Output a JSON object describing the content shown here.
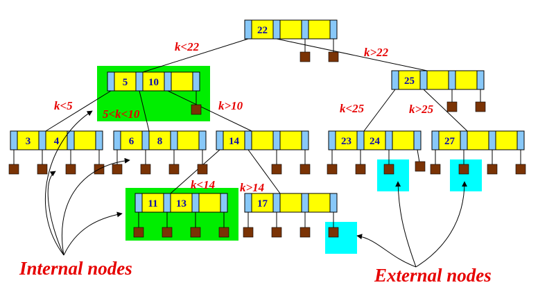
{
  "colors": {
    "key_cell": "#ffff00",
    "sep_cell": "#88c8f8",
    "internal_highlight": "#00ee00",
    "external_highlight": "#00ffff",
    "leaf": "#7a3305",
    "label_red": "#e60000",
    "key_text": "#0a0aa8"
  },
  "nodes": [
    {
      "id": "root",
      "keys": [
        "22",
        "",
        ""
      ]
    },
    {
      "id": "n5",
      "keys": [
        "5",
        "10",
        ""
      ]
    },
    {
      "id": "n25",
      "keys": [
        "25",
        "",
        ""
      ]
    },
    {
      "id": "n3",
      "keys": [
        "3",
        "4",
        ""
      ]
    },
    {
      "id": "n6",
      "keys": [
        "6",
        "8",
        ""
      ]
    },
    {
      "id": "n14",
      "keys": [
        "14",
        "",
        ""
      ]
    },
    {
      "id": "n23",
      "keys": [
        "23",
        "24",
        ""
      ]
    },
    {
      "id": "n27",
      "keys": [
        "27",
        "",
        ""
      ]
    },
    {
      "id": "n11",
      "keys": [
        "11",
        "13",
        ""
      ]
    },
    {
      "id": "n17",
      "keys": [
        "17",
        "",
        ""
      ]
    }
  ],
  "edge_labels": [
    "k<22",
    "k>22",
    "k<5",
    "5<k<10",
    "k>10",
    "k<25",
    "k>25",
    "k<14",
    "k>14"
  ],
  "captions": {
    "internal": "Internal nodes",
    "external": "External nodes"
  }
}
